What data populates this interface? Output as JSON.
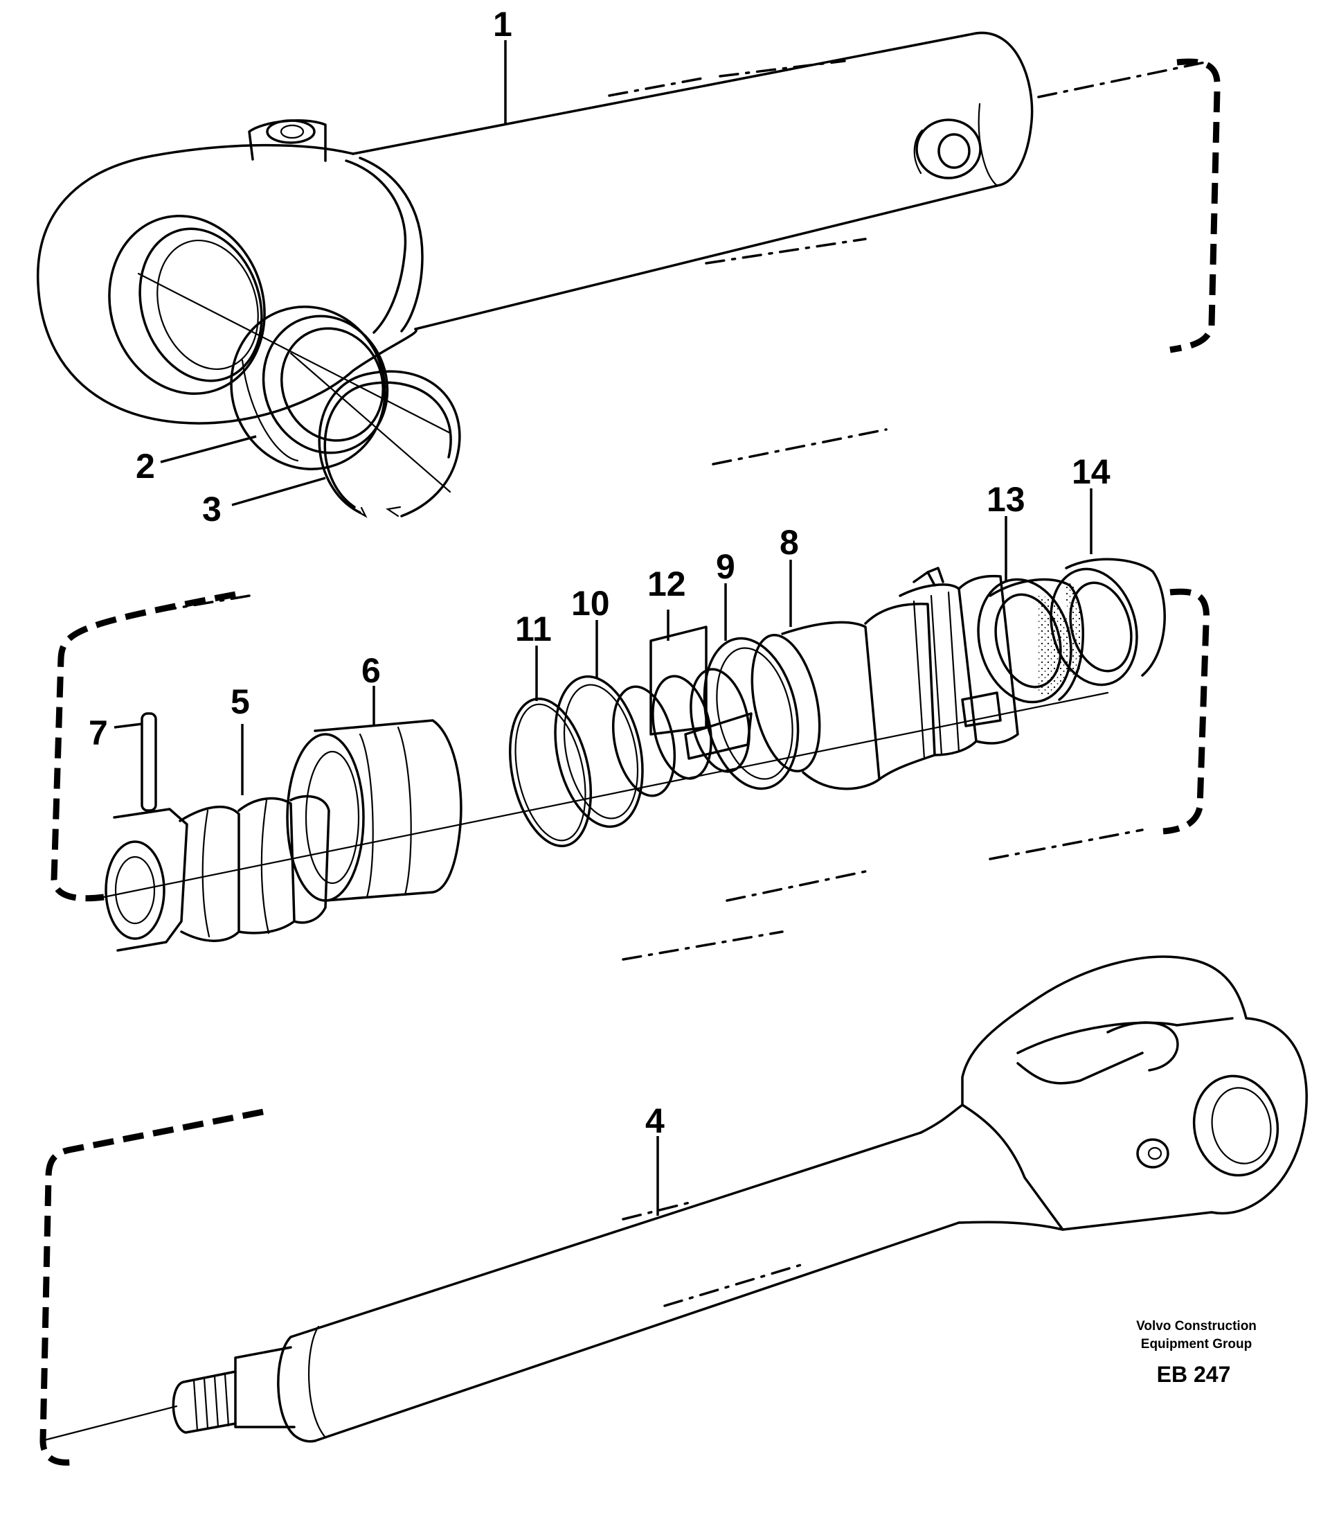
{
  "diagram": {
    "type": "exploded-parts-drawing",
    "part_labels": [
      "1",
      "2",
      "3",
      "4",
      "5",
      "6",
      "7",
      "8",
      "9",
      "10",
      "11",
      "12",
      "13",
      "14"
    ],
    "publisher": {
      "line1": "Volvo Construction",
      "line2": "Equipment Group"
    },
    "drawing_code": "EB 247"
  }
}
